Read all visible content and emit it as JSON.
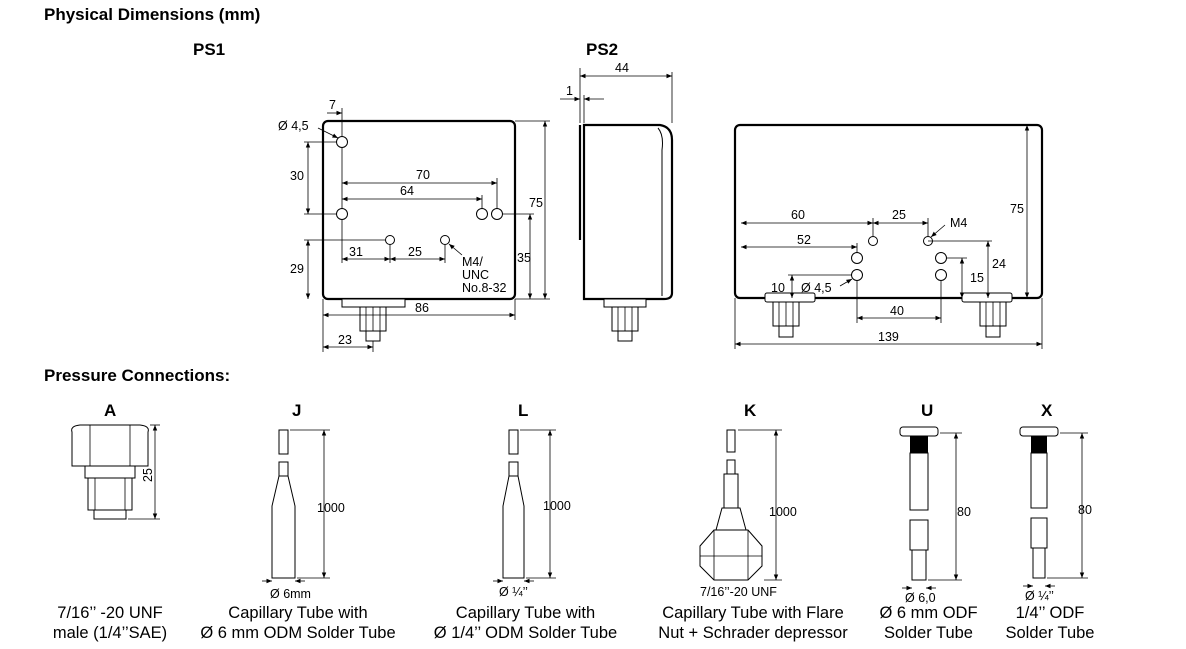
{
  "headings": {
    "physical_dimensions": "Physical Dimensions (mm)",
    "pressure_connections": "Pressure Connections:"
  },
  "models": {
    "ps1": "PS1",
    "ps2": "PS2"
  },
  "ps1_dims": {
    "d7": "7",
    "hole": "Ø 4,5",
    "d30": "30",
    "d70": "70",
    "d64": "64",
    "d75": "75",
    "d31": "31",
    "d25": "25",
    "d29": "29",
    "d35": "35",
    "thread_1": "M4/",
    "thread_2": "UNC",
    "thread_3": "No.8-32",
    "d86": "86",
    "d23": "23"
  },
  "ps2_dims": {
    "d44": "44",
    "d1": "1"
  },
  "rear_dims": {
    "d75": "75",
    "d60": "60",
    "d25": "25",
    "m4": "M4",
    "d52": "52",
    "d24": "24",
    "d15": "15",
    "d10": "10",
    "hole": "Ø 4,5",
    "d40": "40",
    "d139": "139"
  },
  "connections": [
    {
      "letter": "A",
      "dim": "25",
      "dia": "",
      "caption_1": "7/16’’ -20 UNF",
      "caption_2": "male (1/4’’SAE)"
    },
    {
      "letter": "J",
      "dim": "1000",
      "dia": "Ø 6mm",
      "caption_1": "Capillary Tube with",
      "caption_2": "Ø 6 mm ODM Solder Tube"
    },
    {
      "letter": "L",
      "dim": "1000",
      "dia": "Ø ¼’’",
      "caption_1": "Capillary Tube with",
      "caption_2": "Ø 1/4’’ ODM Solder Tube"
    },
    {
      "letter": "K",
      "dim": "1000",
      "dia": "7/16’’-20 UNF",
      "caption_1": "Capillary Tube with Flare",
      "caption_2": "Nut + Schrader depressor"
    },
    {
      "letter": "U",
      "dim": "80",
      "dia": "Ø 6,0",
      "caption_1": "Ø 6 mm ODF",
      "caption_2": "Solder Tube"
    },
    {
      "letter": "X",
      "dim": "80",
      "dia": "Ø ¼’’",
      "caption_1": "1/4’’ ODF",
      "caption_2": "Solder Tube"
    }
  ]
}
